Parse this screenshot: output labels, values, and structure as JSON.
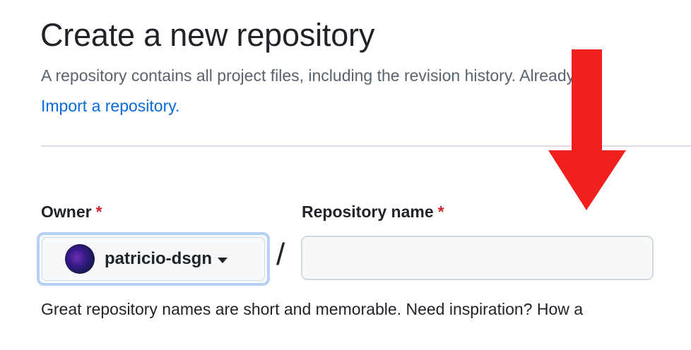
{
  "header": {
    "title": "Create a new repository",
    "description": "A repository contains all project files, including the revision history. Already",
    "import_link": "Import a repository."
  },
  "owner": {
    "label": "Owner",
    "required_marker": "*",
    "selected": "patricio-dsgn",
    "icon": "avatar"
  },
  "separator": "/",
  "repository_name": {
    "label": "Repository name",
    "required_marker": "*",
    "value": "",
    "placeholder": ""
  },
  "hint": "Great repository names are short and memorable. Need inspiration? How a",
  "annotation": {
    "type": "arrow-down",
    "color": "#f0201e"
  },
  "colors": {
    "link": "#0969da",
    "required": "#d1242f",
    "focus_ring": "#b6d1f5"
  }
}
